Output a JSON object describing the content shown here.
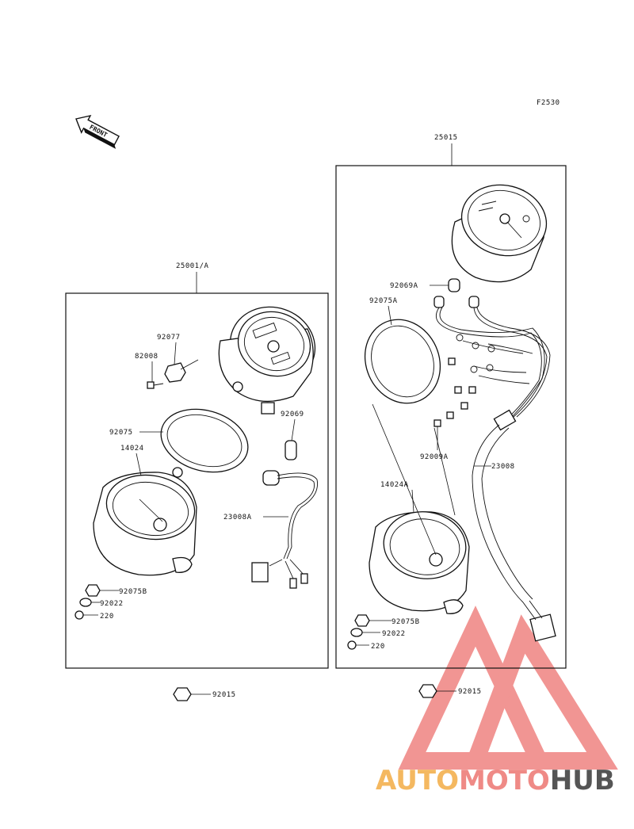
{
  "diagram_code": "F2530",
  "front_label": "FRONT",
  "left_assembly": {
    "assembly_label": "25001/A",
    "callouts": {
      "p92077": "92077",
      "p82008": "82008",
      "p92075": "92075",
      "p14024": "14024",
      "p92069": "92069",
      "p23008A": "23008A",
      "p92075B": "92075B",
      "p92022": "92022",
      "p220": "220"
    }
  },
  "right_assembly": {
    "assembly_label": "25015",
    "callouts": {
      "p92069A": "92069A",
      "p92075A": "92075A",
      "p92009A": "92009A",
      "p23008": "23008",
      "p14024A": "14024A",
      "p92075B": "92075B",
      "p92022": "92022",
      "p220": "220"
    }
  },
  "bottom_callouts": {
    "left": "92015",
    "right": "92015"
  },
  "watermark": {
    "part1": "AUTO",
    "part2": "MOTO",
    "part3": "HUB",
    "color1": "#f4b860",
    "color2": "#ef8a86",
    "color3": "#555555"
  }
}
